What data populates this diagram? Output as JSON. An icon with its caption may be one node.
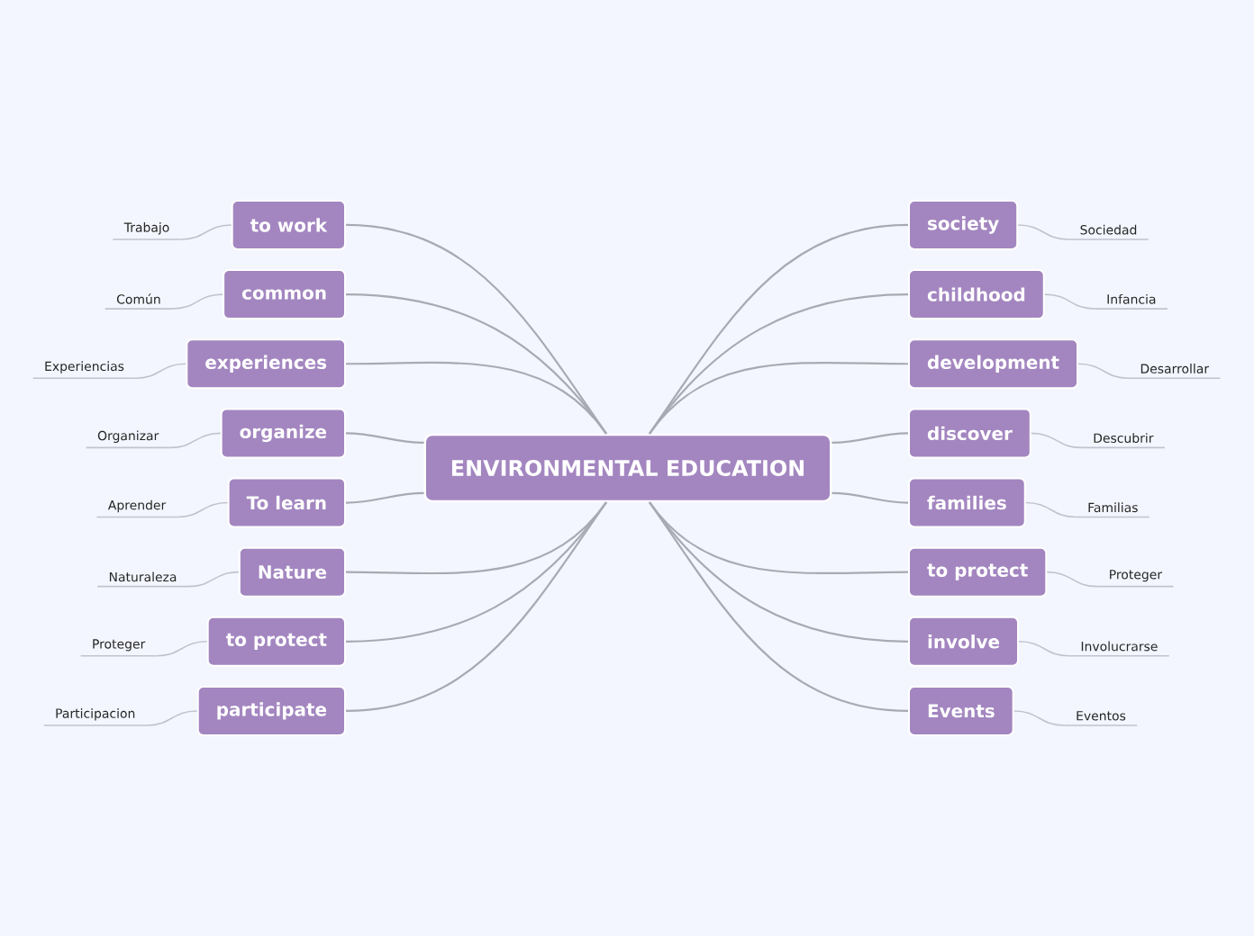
{
  "diagram": {
    "nodes": [
      {
        "text": [
          "ENVIRONMENTAL EDUCATION"
        ]
      },
      {
        "text": [
          "to work"
        ]
      },
      {
        "text": [
          "Trabajo"
        ]
      },
      {
        "text": [
          "common"
        ]
      },
      {
        "text": [
          "Común"
        ]
      },
      {
        "text": [
          "experiences"
        ]
      },
      {
        "text": [
          "Experiencias"
        ]
      },
      {
        "text": [
          "organize"
        ]
      },
      {
        "text": [
          "Organizar"
        ]
      },
      {
        "text": [
          "To learn"
        ]
      },
      {
        "text": [
          "Aprender"
        ]
      },
      {
        "text": [
          "Nature"
        ]
      },
      {
        "text": [
          "Naturaleza"
        ]
      },
      {
        "text": [
          "to protect"
        ]
      },
      {
        "text": [
          "Proteger"
        ]
      },
      {
        "text": [
          "participate"
        ]
      },
      {
        "text": [
          "Participacion"
        ]
      },
      {
        "text": [
          "society"
        ]
      },
      {
        "text": [
          "Sociedad"
        ]
      },
      {
        "text": [
          "childhood"
        ]
      },
      {
        "text": [
          "Infancia"
        ]
      },
      {
        "text": [
          "development"
        ]
      },
      {
        "text": [
          "Desarrollar"
        ]
      },
      {
        "text": [
          "discover"
        ]
      },
      {
        "text": [
          "Descubrir"
        ]
      },
      {
        "text": [
          "families"
        ]
      },
      {
        "text": [
          "Familias"
        ]
      },
      {
        "text": [
          "to protect"
        ]
      },
      {
        "text": [
          "Proteger"
        ]
      },
      {
        "text": [
          "involve"
        ]
      },
      {
        "text": [
          "Involucrarse"
        ]
      },
      {
        "text": [
          "Events"
        ]
      },
      {
        "text": [
          "Eventos"
        ]
      }
    ],
    "edges": [
      {
        "from": 0,
        "to": 1,
        "arrow": "none"
      },
      {
        "from": 1,
        "to": 2,
        "arrow": "none"
      },
      {
        "from": 0,
        "to": 3,
        "arrow": "none"
      },
      {
        "from": 3,
        "to": 4,
        "arrow": "none"
      },
      {
        "from": 0,
        "to": 5,
        "arrow": "none"
      },
      {
        "from": 5,
        "to": 6,
        "arrow": "none"
      },
      {
        "from": 0,
        "to": 7,
        "arrow": "none"
      },
      {
        "from": 7,
        "to": 8,
        "arrow": "none"
      },
      {
        "from": 0,
        "to": 9,
        "arrow": "none"
      },
      {
        "from": 9,
        "to": 10,
        "arrow": "none"
      },
      {
        "from": 0,
        "to": 11,
        "arrow": "none"
      },
      {
        "from": 11,
        "to": 12,
        "arrow": "none"
      },
      {
        "from": 0,
        "to": 13,
        "arrow": "none"
      },
      {
        "from": 13,
        "to": 14,
        "arrow": "none"
      },
      {
        "from": 0,
        "to": 15,
        "arrow": "none"
      },
      {
        "from": 15,
        "to": 16,
        "arrow": "none"
      },
      {
        "from": 0,
        "to": 17,
        "arrow": "none"
      },
      {
        "from": 17,
        "to": 18,
        "arrow": "none"
      },
      {
        "from": 0,
        "to": 19,
        "arrow": "none"
      },
      {
        "from": 19,
        "to": 20,
        "arrow": "none"
      },
      {
        "from": 0,
        "to": 21,
        "arrow": "none"
      },
      {
        "from": 21,
        "to": 22,
        "arrow": "none"
      },
      {
        "from": 0,
        "to": 23,
        "arrow": "none"
      },
      {
        "from": 23,
        "to": 24,
        "arrow": "none"
      },
      {
        "from": 0,
        "to": 25,
        "arrow": "none"
      },
      {
        "from": 25,
        "to": 26,
        "arrow": "none"
      },
      {
        "from": 0,
        "to": 27,
        "arrow": "none"
      },
      {
        "from": 27,
        "to": 28,
        "arrow": "none"
      },
      {
        "from": 0,
        "to": 29,
        "arrow": "none"
      },
      {
        "from": 29,
        "to": 30,
        "arrow": "none"
      },
      {
        "from": 0,
        "to": 31,
        "arrow": "none"
      },
      {
        "from": 31,
        "to": 32,
        "arrow": "none"
      }
    ]
  }
}
